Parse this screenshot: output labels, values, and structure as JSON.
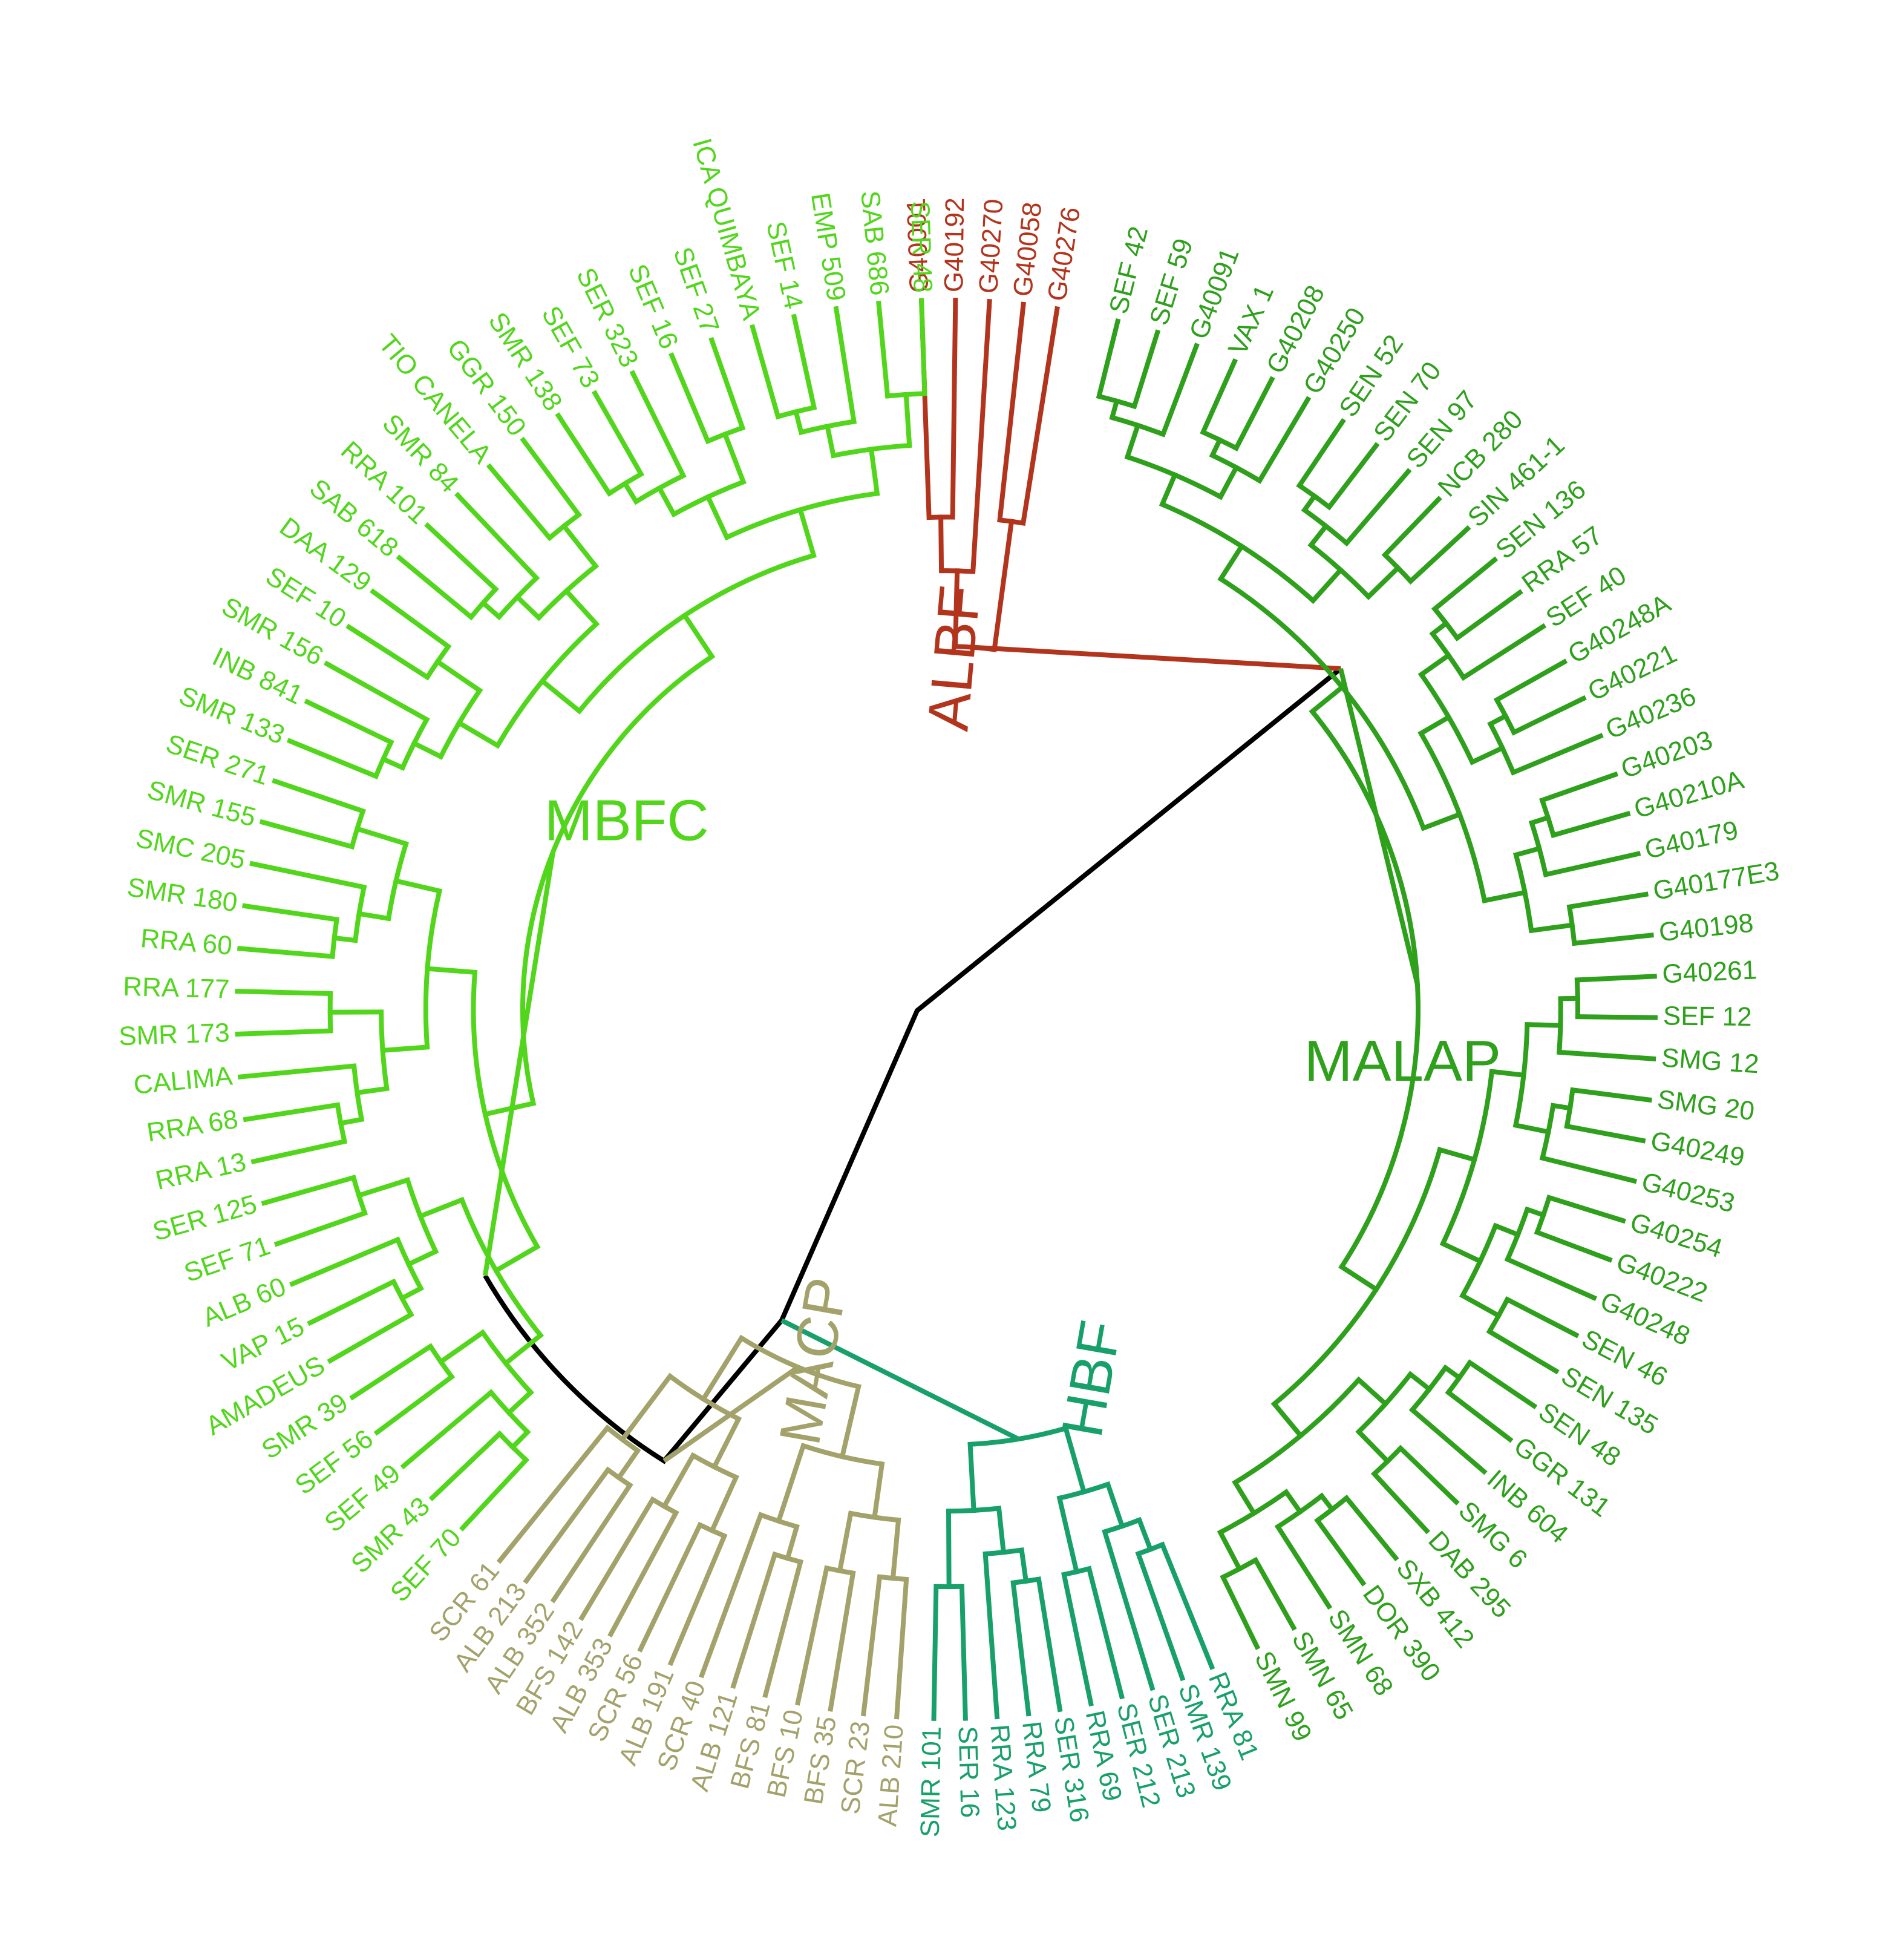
{
  "clades": [
    {
      "key": "ALBF",
      "label": "ALBF",
      "color": "#b3341c",
      "leaves": [
        "G40001",
        "G40192",
        "G40270",
        "G40058",
        "G40276"
      ]
    },
    {
      "key": "MALAP",
      "label": "MALAP",
      "color": "#2ea01c",
      "leaves": [
        "SEF 42",
        "SEF 59",
        "G40091",
        "VAX 1",
        "G40208",
        "G40250",
        "SEN 52",
        "SEN 70",
        "SEN 97",
        "NCB 280",
        "SIN 461-1",
        "SEN 136",
        "RRA 57",
        "SEF 40",
        "G40248A",
        "G40221",
        "G40236",
        "G40203",
        "G40210A",
        "G40179",
        "G40177E3",
        "G40198",
        "G40261",
        "SEF 12",
        "SMG 12",
        "SMG 20",
        "G40249",
        "G40253",
        "G40254",
        "G40222",
        "G40248",
        "SEN 46",
        "SEN 135",
        "SEN 48",
        "GGR 131",
        "INB 604",
        "SMG 6",
        "DAB 295",
        "SXB 412",
        "DOR 390",
        "SMN 68",
        "SMN 65",
        "SMN 99"
      ]
    },
    {
      "key": "HBF",
      "label": "HBF",
      "color": "#18a06a",
      "leaves": [
        "RRA 81",
        "SMR 139",
        "SER 213",
        "SER 212",
        "RRA 69",
        "SER 316",
        "RRA 79",
        "RRA 123",
        "SER 16",
        "SMR 101"
      ]
    },
    {
      "key": "MACP",
      "label": "MACP",
      "color": "#a3a26b",
      "leaves": [
        "ALB 210",
        "SCR 23",
        "BFS 35",
        "BFS 10",
        "BFS 81",
        "ALB 121",
        "SCR 40",
        "ALB 191",
        "SCR 56",
        "ALB 353",
        "BFS 142",
        "ALB 352",
        "ALB 213",
        "SCR 61"
      ]
    },
    {
      "key": "MBFC",
      "label": "MBFC",
      "color": "#52d61c",
      "leaves": [
        "SEF 70",
        "SMR 43",
        "SEF 49",
        "SEF 56",
        "SMR 39",
        "AMADEUS",
        "VAP 15",
        "ALB 60",
        "SEF 71",
        "SER 125",
        "RRA 13",
        "RRA 68",
        "CALIMA",
        "SMR 173",
        "RRA 177",
        "RRA 60",
        "SMR 180",
        "SMC 205",
        "SMR 155",
        "SER 271",
        "SMR 133",
        "INB 841",
        "SMR 156",
        "SEF 10",
        "DAA 129",
        "SAB 618",
        "RRA 101",
        "SMR 84",
        "TIO CANELA",
        "GGR 150",
        "SMR 138",
        "SEF 73",
        "SER 323",
        "SEF 16",
        "SEF 27",
        "ICA QUIMBAYA",
        "SEF 14",
        "EMP 509",
        "SAB 686",
        "SER 48"
      ]
    }
  ],
  "backbone_color": "#000000"
}
